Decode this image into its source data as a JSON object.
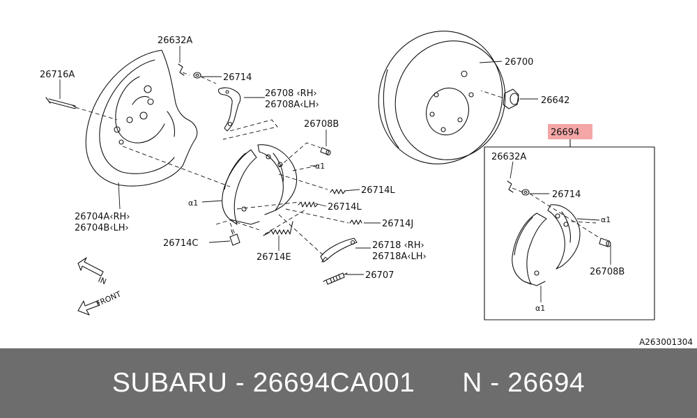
{
  "diagram": {
    "labels": {
      "l_26632A_top": "26632A",
      "l_26716A": "26716A",
      "l_26714_top": "26714",
      "l_26708": "26708 ‹RH›",
      "l_26708A": "26708A‹LH›",
      "l_26708B_top": "26708B",
      "l_26714L_a": "26714L",
      "l_26714L_b": "26714L",
      "l_26714J": "26714J",
      "l_26704A": "26704A‹RH›",
      "l_26704B": "26704B‹LH›",
      "l_26714C": "26714C",
      "l_26714E": "26714E",
      "l_26718": "26718 ‹RH›",
      "l_26718A": "26718A‹LH›",
      "l_26707": "26707",
      "l_26700": "26700",
      "l_26642": "26642",
      "l_26694": "26694",
      "l_26632A_box": "26632A",
      "l_26714_box": "26714",
      "l_26708B_box": "26708B",
      "l_a1_1": "α1",
      "l_a1_2": "α1",
      "l_a1_3": "α1",
      "l_a1_4": "α1",
      "l_in": "IN",
      "l_front": "FRONT"
    },
    "highlight_color": "#f4a6a6"
  },
  "reference_code": "A263001304",
  "footer": {
    "text": "SUBARU - 26694CA001      N - 26694",
    "background": "#6d6d6d"
  }
}
